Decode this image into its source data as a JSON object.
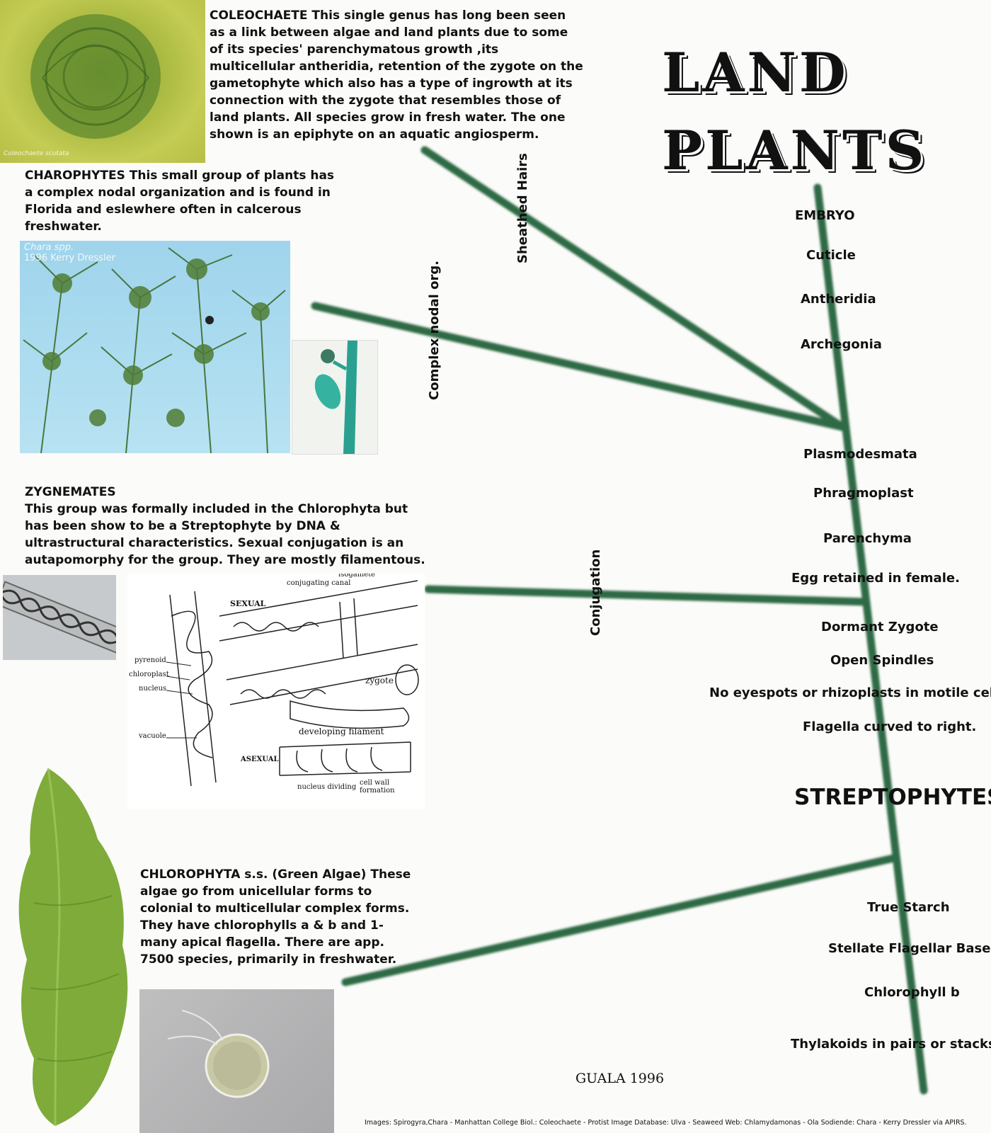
{
  "title": {
    "line1": "LAND",
    "line2": "PLANTS"
  },
  "groups": {
    "coleochaete": {
      "text": "COLEOCHAETE This single genus has long been seen as a link between algae and land plants due to some of its species' parenchymatous growth ,its multicellular antheridia, retention of the zygote on the gametophyte which also has a type of ingrowth at its connection with the zygote that resembles those of land plants. All species grow in fresh water. The one shown is an epiphyte on an aquatic angiosperm.",
      "photo_caption": "Coleochaete scutata"
    },
    "charophytes": {
      "text": "CHAROPHYTES This small group of plants has a complex nodal organization and is found in Florida and eslewhere often in calcerous freshwater.",
      "photo_caption_line1": "Chara spp.",
      "photo_caption_line2": "1996 Kerry Dressler"
    },
    "zygnemates": {
      "heading": "ZYGNEMATES",
      "text": "This group was formally included in the Chlorophyta but has been show to be a Streptophyte by DNA & ultrastructural characteristics. Sexual conjugation is an autapomorphy for the group. They are mostly filamentous."
    },
    "chlorophyta": {
      "text": "CHLOROPHYTA s.s. (Green Algae) These algae go from unicellular forms to colonial to multicellular complex forms. They have chlorophylls a & b and 1-many apical flagella. There are app. 7500 species, primarily in freshwater."
    }
  },
  "branch_labels": {
    "sheathed_hairs": "Sheathed Hairs",
    "complex_nodal": "Complex nodal org.",
    "conjugation": "Conjugation"
  },
  "main_axis": {
    "land_plant_traits": [
      "EMBRYO",
      "Cuticle",
      "Antheridia",
      "Archegonia"
    ],
    "upper_traits": [
      "Plasmodesmata",
      "Phragmoplast",
      "Parenchyma",
      "Egg retained in female."
    ],
    "streptophyte_traits": [
      "Dormant Zygote",
      "Open Spindles",
      "No eyespots or rhizoplasts in motile cells.",
      "Flagella curved to right."
    ],
    "clade_label": "STREPTOPHYTES",
    "base_traits": [
      "True Starch",
      "Stellate Flagellar Base",
      "Chlorophyll b",
      "Thylakoids in pairs or stacks."
    ]
  },
  "diagram_labels": {
    "sexual": "SEXUAL",
    "asexual": "ASEXUAL",
    "conjugating_canal": "conjugating canal",
    "isogamete": "isogamete",
    "pyrenoid": "pyrenoid",
    "chloroplast": "chloroplast",
    "nucleus": "nucleus",
    "vacuole": "vacuole",
    "zygote": "zygote",
    "developing_filament": "developing filament",
    "nucleus_dividing": "nucleus dividing",
    "cell_wall_formation": "cell wall formation"
  },
  "signature": "GUALA 1996",
  "credits": "Images: Spirogyra,Chara - Manhattan College Biol.: Coleochaete - Protist Image Database: Ulva - Seaweed Web: Chlamydamonas - Ola Sodiende: Chara - Kerry Dressler via APIRS.",
  "colors": {
    "branch": "#2f6b45",
    "branch_glow": "#8fbf9b"
  }
}
